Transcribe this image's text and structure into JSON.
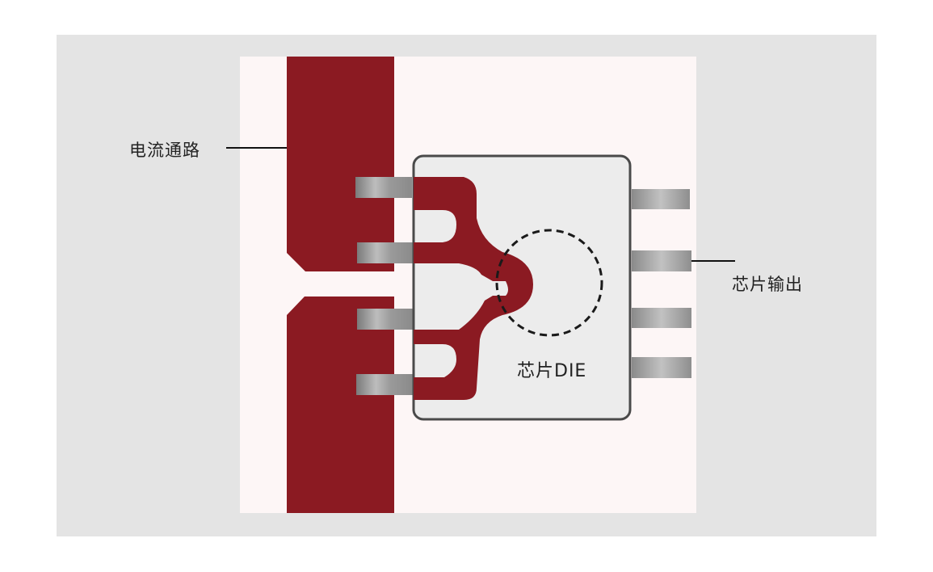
{
  "labels": {
    "current_path": "电流通路",
    "chip_output": "芯片输出",
    "chip_die": "芯片DIE"
  },
  "colors": {
    "background_panel": "#e4e4e4",
    "board": "#fdf6f6",
    "copper_trace": "#8b1a22",
    "package_fill": "#ececec",
    "package_outline": "#4a4a4a",
    "pin_gray": "#8e8e8e"
  }
}
